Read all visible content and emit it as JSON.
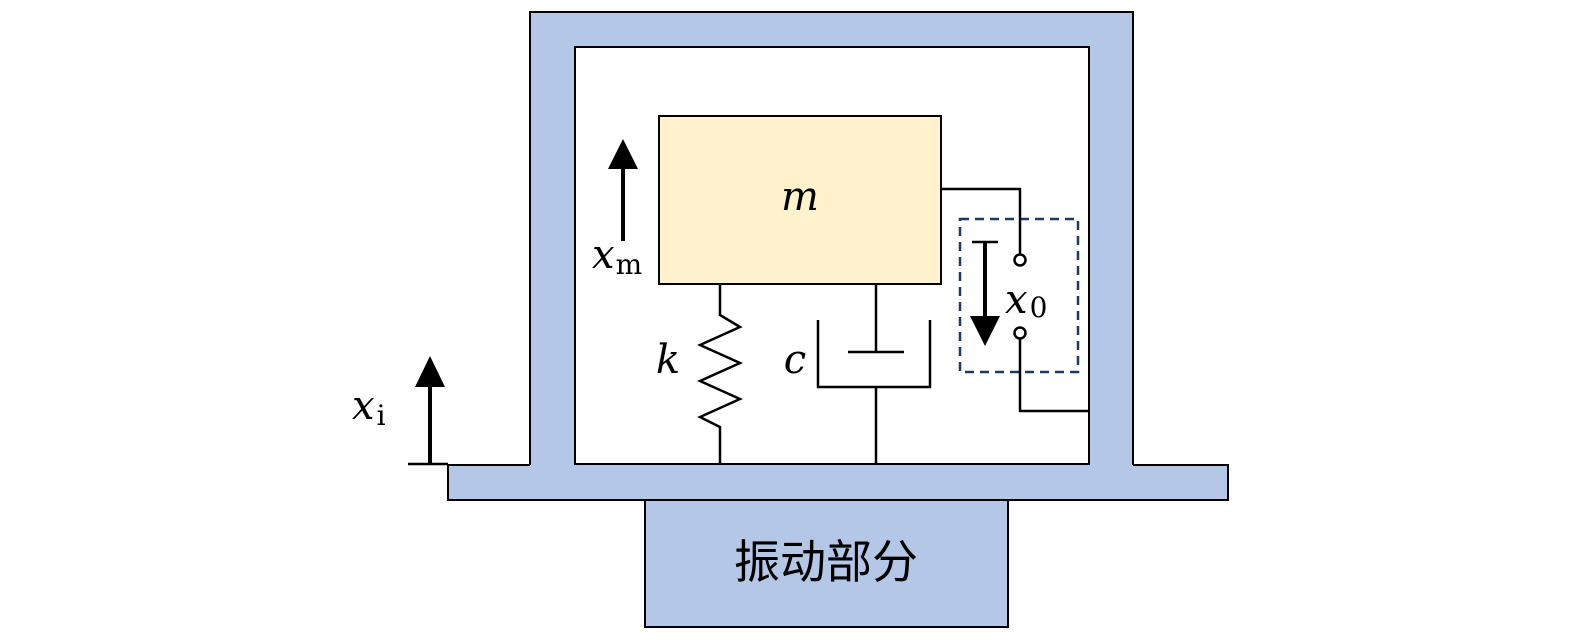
{
  "colors": {
    "housing_fill": "#b4c7e7",
    "mass_fill": "#fff2cc",
    "stroke": "#000000",
    "dashed_box": "#1f3864"
  },
  "labels": {
    "mass": "m",
    "spring": "k",
    "damper": "c",
    "xm_base": "x",
    "xm_sub": "m",
    "xi_base": "x",
    "xi_sub": "i",
    "x0_base": "x",
    "x0_sub": "0",
    "vibrating_part": "振动部分"
  }
}
